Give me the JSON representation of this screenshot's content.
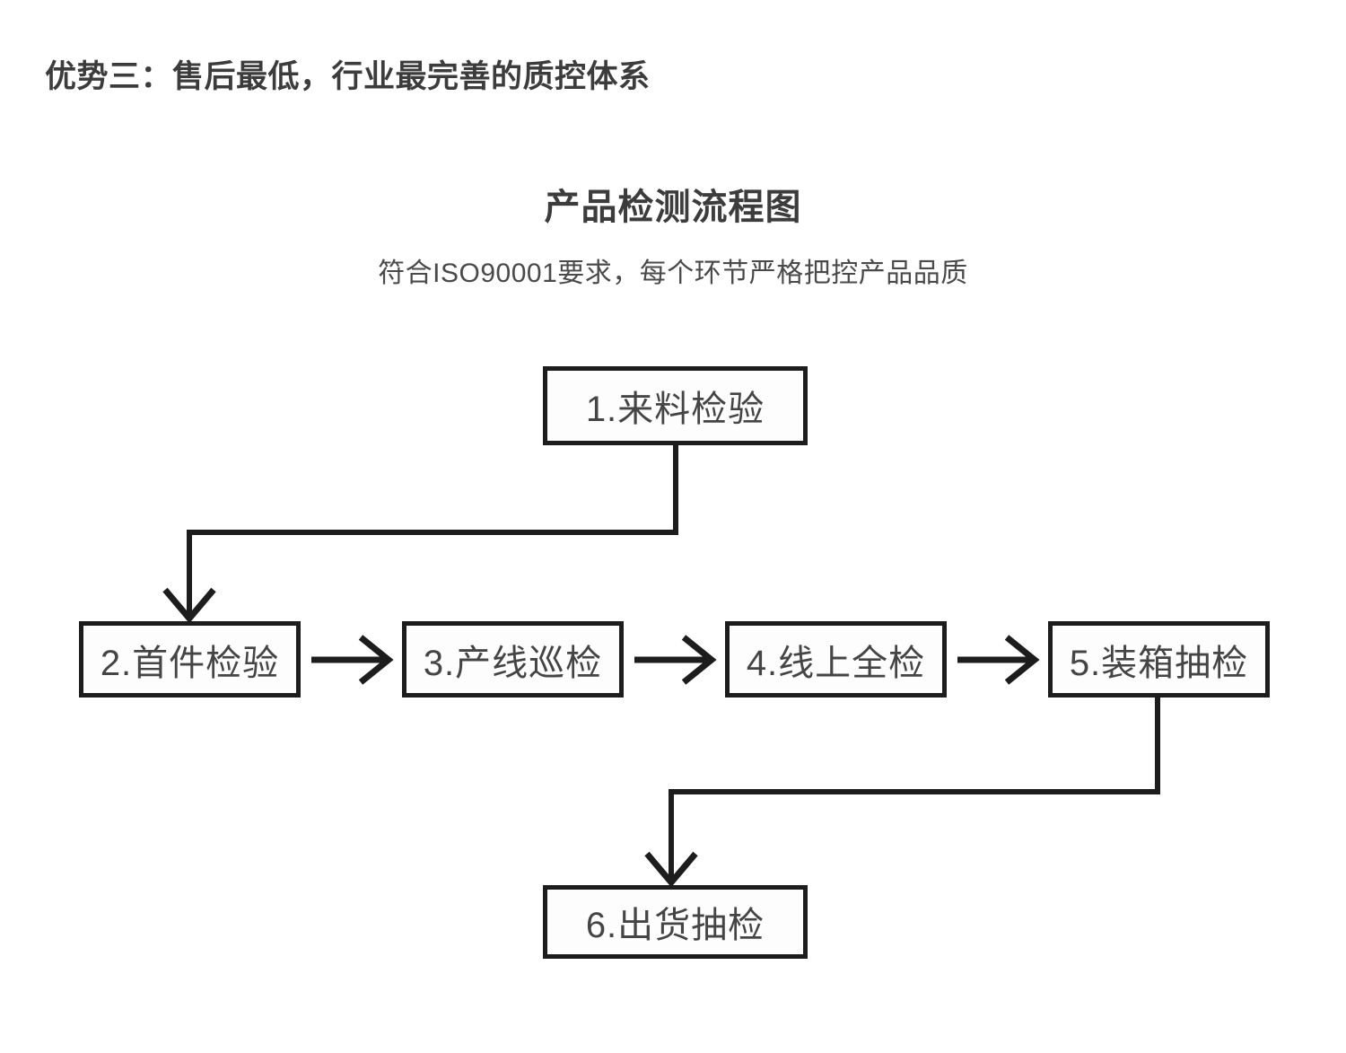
{
  "section": {
    "heading": "优势三：售后最低，行业最完善的质控体系"
  },
  "chart": {
    "title": "产品检测流程图",
    "subtitle": "符合ISO90001要求，每个环节严格把控产品品质"
  },
  "flow": {
    "nodes": [
      {
        "id": "node-1",
        "label": "1.来料检验"
      },
      {
        "id": "node-2",
        "label": "2.首件检验"
      },
      {
        "id": "node-3",
        "label": "3.产线巡检"
      },
      {
        "id": "node-4",
        "label": "4.线上全检"
      },
      {
        "id": "node-5",
        "label": "5.装箱抽检"
      },
      {
        "id": "node-6",
        "label": "6.出货抽检"
      }
    ],
    "arrows": [
      {
        "id": "arrow-2-to-3",
        "glyph": "→"
      },
      {
        "id": "arrow-3-to-4",
        "glyph": "→"
      },
      {
        "id": "arrow-4-to-5",
        "glyph": "→"
      }
    ]
  },
  "colors": {
    "background": "#ffffff",
    "heading_text": "#3c3c3c",
    "node_text": "#454545",
    "node_border": "#1d1d1d",
    "connector": "#1d1d1d"
  }
}
